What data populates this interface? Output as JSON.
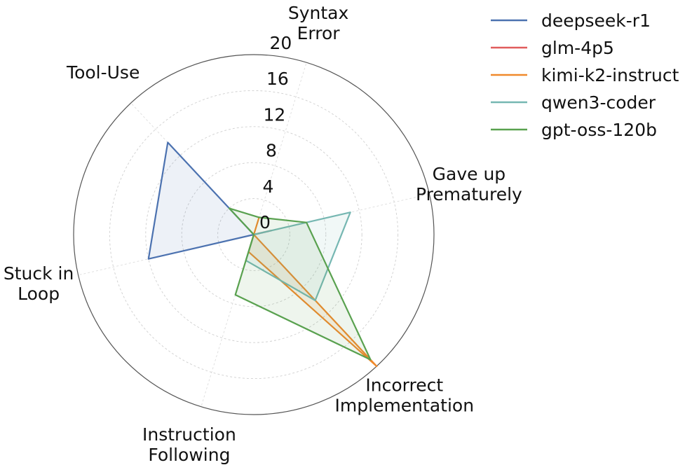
{
  "chart_data": {
    "type": "radar",
    "categories": [
      [
        "Syntax",
        "Error"
      ],
      [
        "Gave up",
        "Prematurely"
      ],
      [
        "Incorrect",
        "Implementation"
      ],
      [
        "Instruction",
        "Following"
      ],
      [
        "Stuck in",
        "Loop"
      ],
      [
        "Tool-Use"
      ]
    ],
    "r_ticks": [
      "0",
      "4",
      "8",
      "12",
      "16",
      "20"
    ],
    "r_lim": [
      0,
      20
    ],
    "grid": true,
    "legend_position": "top-right",
    "series": [
      {
        "name": "deepseek-r1",
        "color": "#4c72b0",
        "values": [
          0,
          2,
          0,
          0,
          12,
          14
        ]
      },
      {
        "name": "glm-4p5",
        "color": "#e05c5c",
        "values": [
          0,
          2,
          0,
          0,
          0,
          0
        ]
      },
      {
        "name": "kimi-k2-instruct",
        "color": "#f0892b",
        "values": [
          2,
          0,
          20,
          2,
          0,
          0
        ]
      },
      {
        "name": "qwen3-coder",
        "color": "#76b7b2",
        "values": [
          0,
          11,
          10,
          3,
          0,
          0
        ]
      },
      {
        "name": "gpt-oss-120b",
        "color": "#59a14f",
        "values": [
          2,
          6,
          19,
          7,
          0,
          4
        ]
      }
    ]
  }
}
